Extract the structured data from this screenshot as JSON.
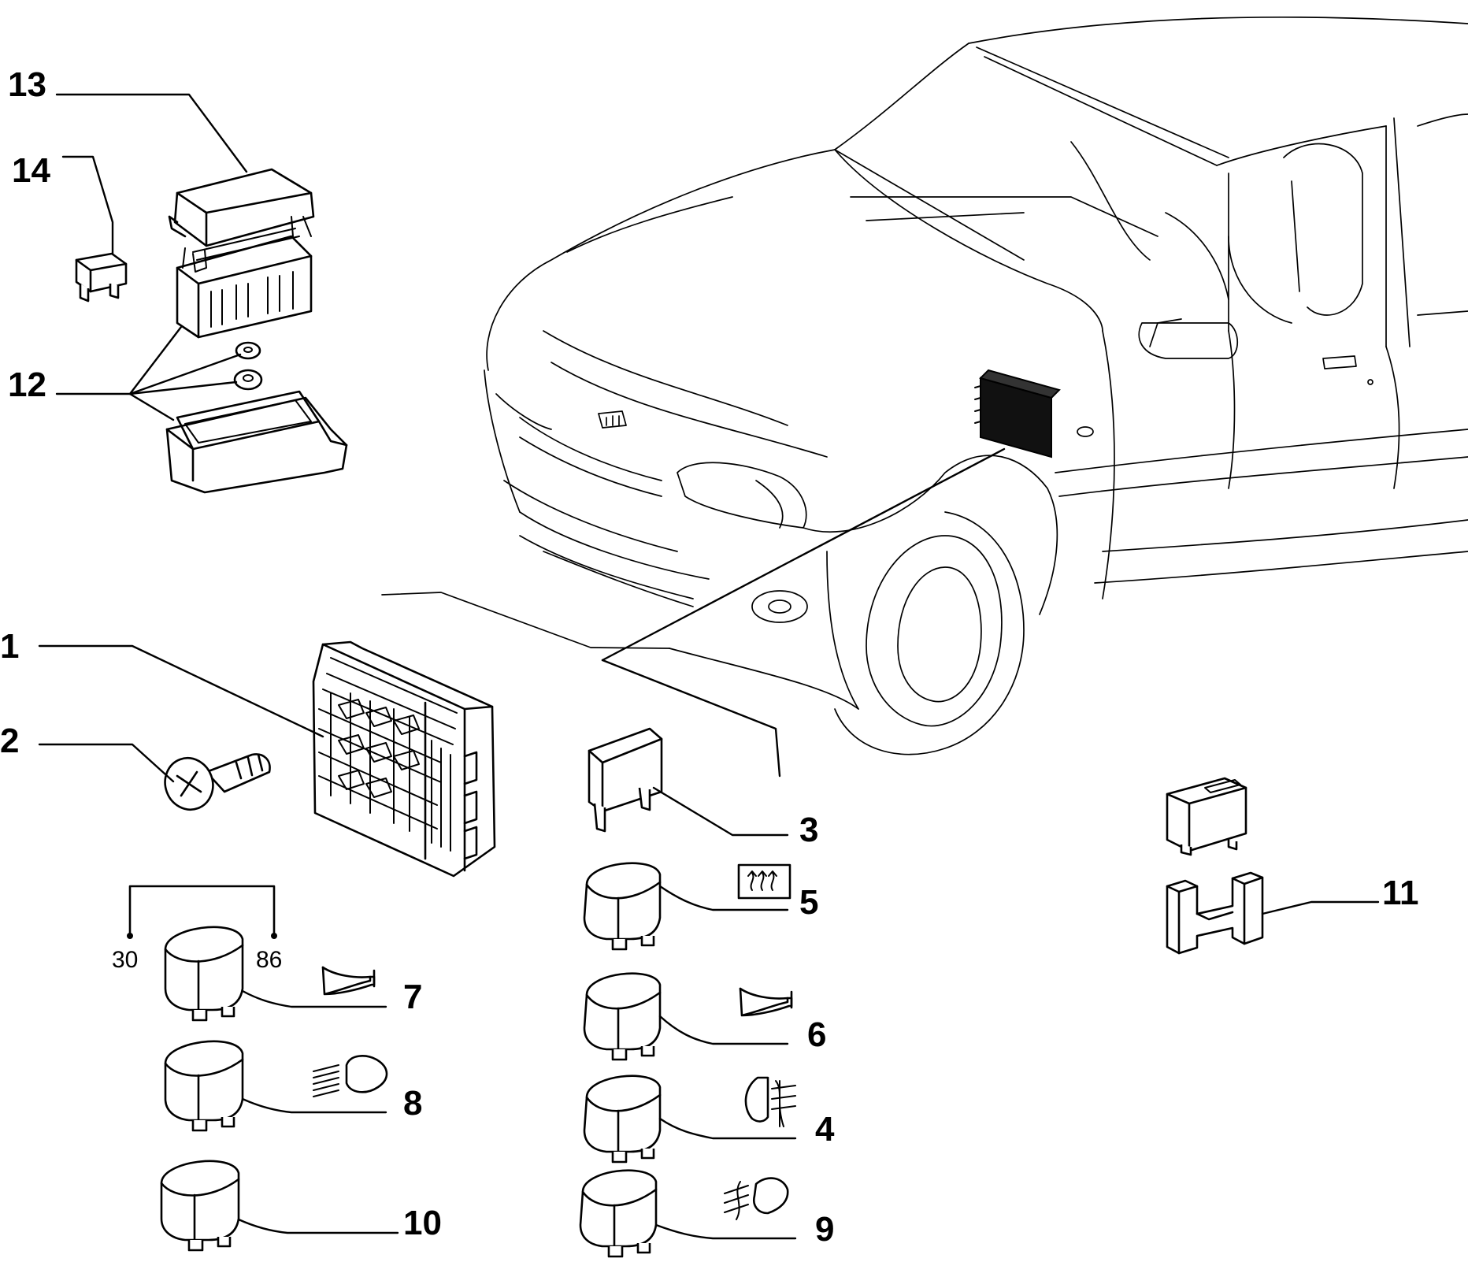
{
  "callouts": {
    "c1": "1",
    "c2": "2",
    "c3": "3",
    "c4": "4",
    "c5": "5",
    "c6": "6",
    "c7": "7",
    "c8": "8",
    "c9": "9",
    "c10": "10",
    "c11": "11",
    "c12": "12",
    "c13": "13",
    "c14": "14"
  },
  "pins": {
    "p30": "30",
    "p86": "86"
  },
  "icons": {
    "rear_defrost": "rear-window-defrost-icon",
    "horn": "horn-icon",
    "fog_light": "front-fog-light-icon",
    "rear_fog": "rear-fog-light-icon",
    "high_beam": "high-beam-icon"
  },
  "colors": {
    "line": "#000000",
    "background": "#ffffff"
  }
}
